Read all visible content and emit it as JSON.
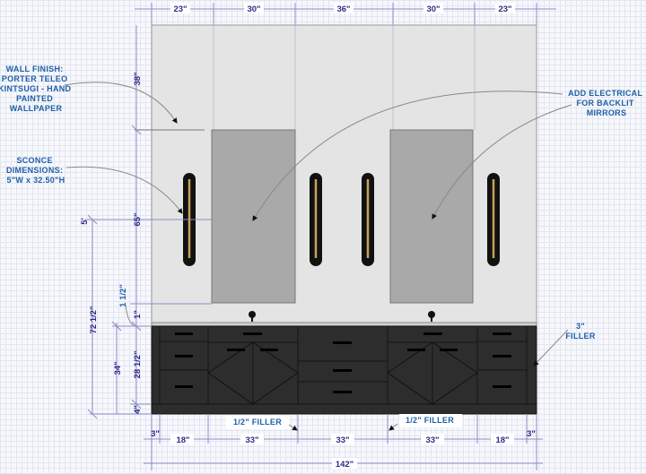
{
  "drawing": {
    "notes": {
      "wall_finish": [
        "WALL FINISH:",
        "PORTER TELEO",
        "KINTSUGI - HAND",
        "PAINTED",
        "WALLPAPER"
      ],
      "sconce": [
        "SCONCE",
        "DIMENSIONS:",
        "5\"W x 32.50\"H"
      ],
      "electrical": [
        "ADD ELECTRICAL",
        "FOR BACKLIT",
        "MIRRORS"
      ],
      "filler_right": [
        "3\"",
        "FILLER"
      ],
      "filler_half_left": "1/2\" FILLER",
      "filler_half_right": "1/2\" FILLER"
    },
    "top_dims": [
      "23\"",
      "30\"",
      "36\"",
      "30\"",
      "23\""
    ],
    "left_dims": {
      "upper": "38\"",
      "sconce_height": "65\"",
      "overall": "72 1/2\"",
      "top_mark": "5'",
      "counter_thickness": "1 1/2\"",
      "backsplash": "1\"",
      "vanity_height": "34\"",
      "box_height": "28 1/2\"",
      "toe_kick": "4\""
    },
    "bottom_dims": [
      "3\"",
      "18\"",
      "33\"",
      "33\"",
      "33\"",
      "18\"",
      "3\""
    ],
    "overall_width": "142\"",
    "colors": {
      "wall": "#e4e4e4",
      "mirror": "#a9a9a9",
      "cabinet": "#2d2d2d",
      "note": "#1f5fa8",
      "dimension": "#2b2b8a",
      "brass": "#c9a15a"
    }
  }
}
